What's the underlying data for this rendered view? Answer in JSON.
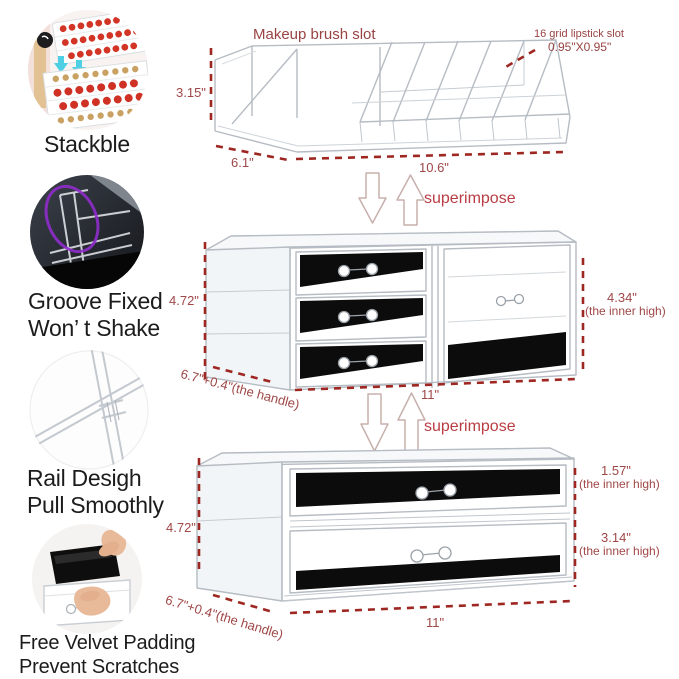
{
  "figures": {
    "stackable": {
      "caption": "Stackble"
    },
    "groove": {
      "caption_line1": "Groove Fixed",
      "caption_line2": "Won’ t Shake"
    },
    "rail": {
      "caption_line1": "Rail Desigh",
      "caption_line2": "Pull Smoothly"
    },
    "velvet": {
      "caption_line1": "Free Velvet Padding",
      "caption_line2": "Prevent Scratches"
    }
  },
  "top_tier": {
    "brush_slot_label": "Makeup brush slot",
    "lipstick_grid_label": "16 grid lipstick slot",
    "lipstick_grid_size": "0.95\"X0.95\"",
    "height": "3.15\"",
    "depth": "6.1\"",
    "width": "10.6\""
  },
  "superimpose_top": "superimpose",
  "superimpose_bottom": "superimpose",
  "middle_tier": {
    "height": "4.72\"",
    "inner_height": "4.34\"",
    "inner_height_note": "(the inner high)",
    "depth": "6.7\"+0.4\"(the handle)",
    "width": "11\""
  },
  "bottom_tier": {
    "height": "4.72\"",
    "drawer1_inner_height": "1.57\"",
    "drawer1_note": "(the inner high)",
    "drawer2_inner_height": "3.14\"",
    "drawer2_note": "(the inner high)",
    "depth": "6.7\"+0.4\"(the handle)",
    "width": "11\""
  },
  "colors": {
    "dimension_red": "#a04747",
    "label_red": "#9a4343",
    "superimpose_red": "#b93d43",
    "dash_red": "#9e2722",
    "caption_black": "#1c1c1c",
    "velvet_black": "#0c0c0c",
    "acrylic_gray": "#b6bcc3",
    "stack_arrow_cyan": "#4ecfe3",
    "groove_circle_purple": "#8f2ccc"
  }
}
